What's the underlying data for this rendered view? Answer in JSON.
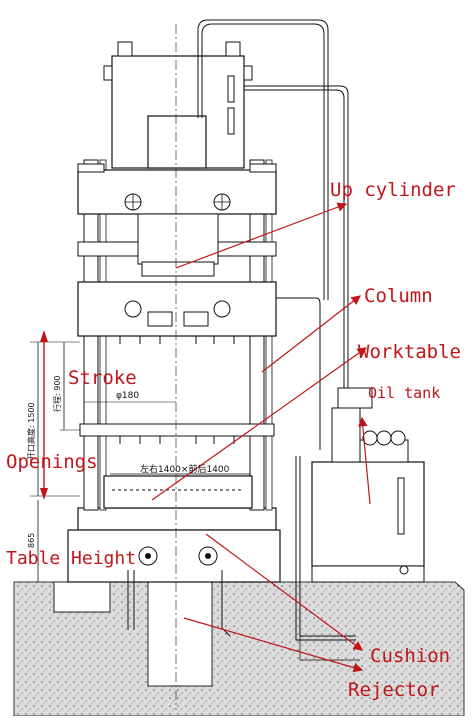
{
  "labels": {
    "up_cylinder": "Up cylinder",
    "column": "Column",
    "worktable": "Worktable",
    "oil_tank": "Oil tank",
    "stroke": "Stroke",
    "openings": "Openings",
    "table_height": "Table Height",
    "cushion": "Cushion",
    "rejector": "Rejector"
  },
  "dimensions": {
    "opening_height": "开口高度: 1500",
    "stroke_length": "行程: 900",
    "cylinder_diameter": "φ180",
    "table_size": "左右1400×前后1400",
    "table_height_value": "865"
  },
  "colors": {
    "annotation": "#c0151a",
    "drawing": "#111111",
    "ground_fill": "#d9d9d9"
  }
}
